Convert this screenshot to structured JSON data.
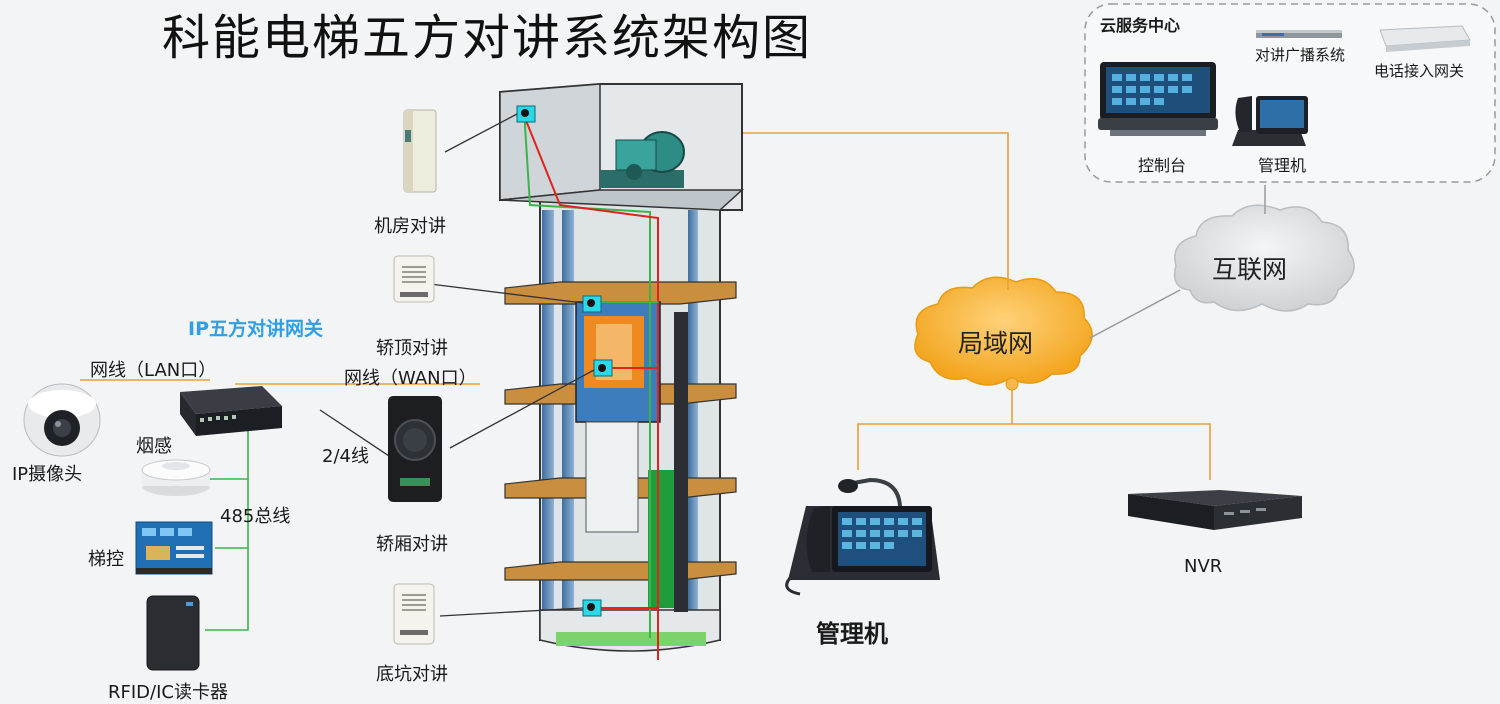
{
  "title": "科能电梯五方对讲系统架构图",
  "cloud_center": {
    "title": "云服务中心",
    "items": [
      "对讲广播系统",
      "电话接入网关",
      "控制台",
      "管理机"
    ]
  },
  "networks": {
    "internet": "互联网",
    "lan": "局域网"
  },
  "gateway": {
    "title": "IP五方对讲网关"
  },
  "wires": {
    "lan_port": "网线（LAN口）",
    "wan_port": "网线（WAN口）",
    "two_four_wire": "2/4线",
    "bus_485": "485总线"
  },
  "devices_left": {
    "camera": "IP摄像头",
    "smoke": "烟感",
    "lift_control": "梯控",
    "card_reader": "RFID/IC读卡器"
  },
  "intercoms": {
    "machine_room": "机房对讲",
    "car_top": "轿顶对讲",
    "car": "轿厢对讲",
    "pit": "底坑对讲"
  },
  "right_devices": {
    "manager": "管理机",
    "nvr": "NVR"
  },
  "colors": {
    "accent_blue": "#2f9fe3",
    "lan_cloud": "#f5a623",
    "internet_cloud": "#d9dcdf",
    "bus_green": "#3cb44b",
    "wire_red": "#e0231d",
    "wire_orange": "#e8a03a"
  }
}
